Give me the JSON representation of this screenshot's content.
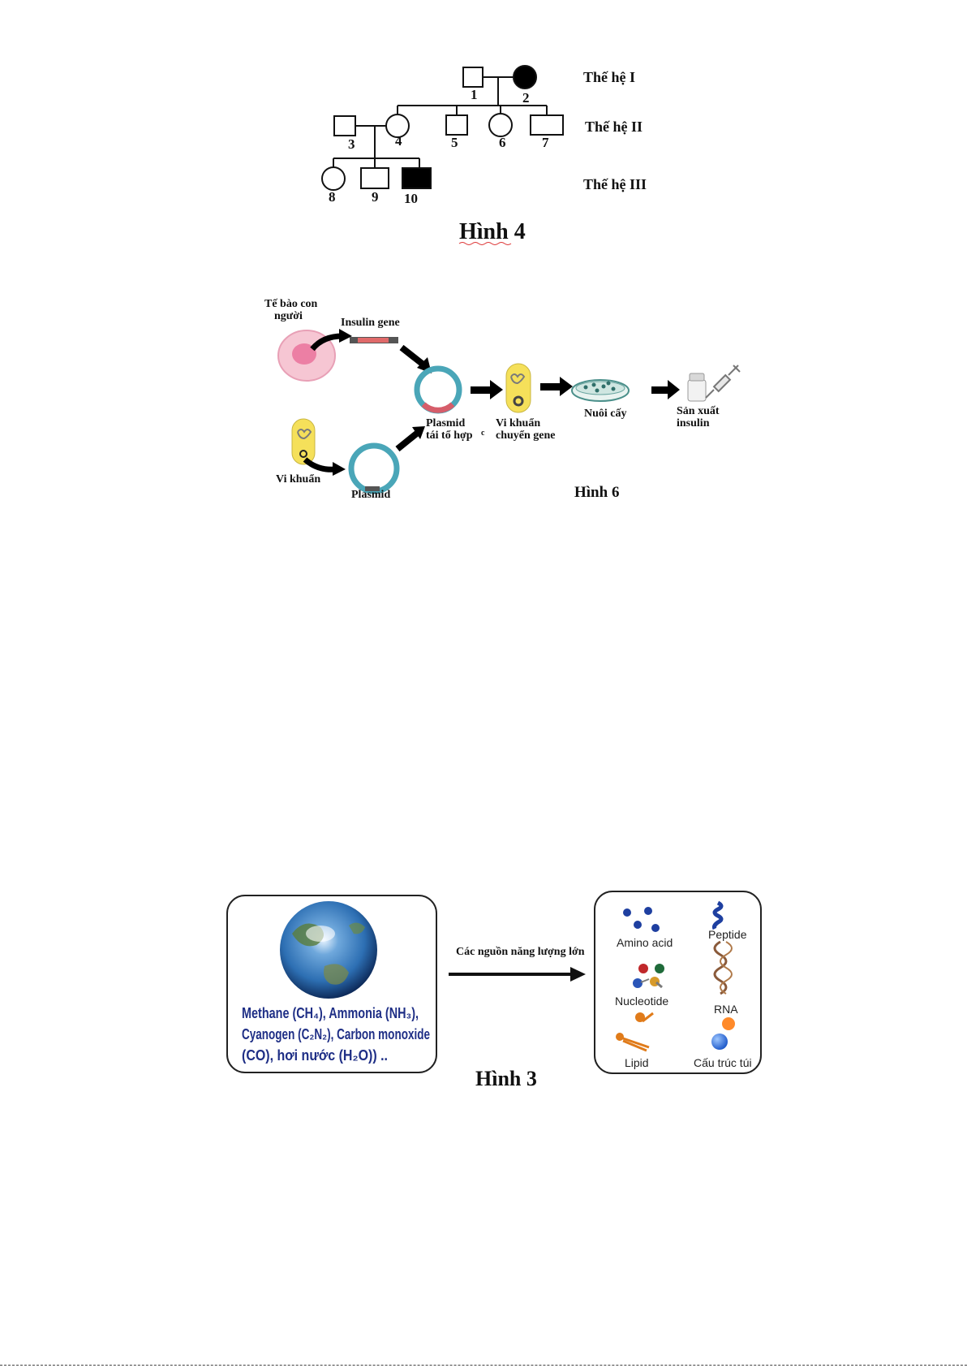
{
  "figure4": {
    "caption": "Hình 4",
    "generations": [
      "Thế hệ I",
      "Thế hệ II",
      "Thế hệ III"
    ],
    "individuals": [
      {
        "id": "1",
        "sex": "male",
        "affected": false,
        "generation": 1
      },
      {
        "id": "2",
        "sex": "female",
        "affected": true,
        "generation": 1
      },
      {
        "id": "3",
        "sex": "male",
        "affected": false,
        "generation": 2
      },
      {
        "id": "4",
        "sex": "female",
        "affected": false,
        "generation": 2
      },
      {
        "id": "5",
        "sex": "male",
        "affected": false,
        "generation": 2
      },
      {
        "id": "6",
        "sex": "female",
        "affected": false,
        "generation": 2
      },
      {
        "id": "7",
        "sex": "male",
        "affected": false,
        "generation": 2
      },
      {
        "id": "8",
        "sex": "female",
        "affected": false,
        "generation": 3
      },
      {
        "id": "9",
        "sex": "male",
        "affected": false,
        "generation": 3
      },
      {
        "id": "10",
        "sex": "male",
        "affected": true,
        "generation": 3
      }
    ]
  },
  "figure6": {
    "caption": "Hình 6",
    "human_cell": "Tế bào con người",
    "insulin_gene": "Insulin gene",
    "bacteria": "Vi khuẩn",
    "plasmid": "Plasmid",
    "recombinant_plasmid_1": "Plasmid",
    "recombinant_plasmid_2": "tái tổ hợp",
    "transgenic_bacteria_1": "Vi khuẩn",
    "transgenic_bacteria_2": "chuyển gene",
    "culture": "Nuôi cấy",
    "production_1": "Sản xuất",
    "production_2": "insulin",
    "stray_mark": "c"
  },
  "figure3": {
    "caption": "Hình 3",
    "arrow_label": "Các nguồn năng lượng lớn",
    "inputs": [
      "Methane (CH₄), Ammonia (NH₃),",
      "Cyanogen (C₂N₂), Carbon monoxide",
      "(CO), hơi nước (H₂O)) .."
    ],
    "products": [
      "Amino acid",
      "Peptide",
      "Nucleotide",
      "RNA",
      "Lipid",
      "Cấu trúc túi"
    ],
    "colors": {
      "ocean": "#2d6fb3",
      "amino": "#1e3fa0",
      "text_blue": "#1f2f86",
      "lipid": "#e07b1a",
      "nucleotide_red": "#c0282b",
      "nucleotide_green": "#1f6b3a"
    }
  }
}
